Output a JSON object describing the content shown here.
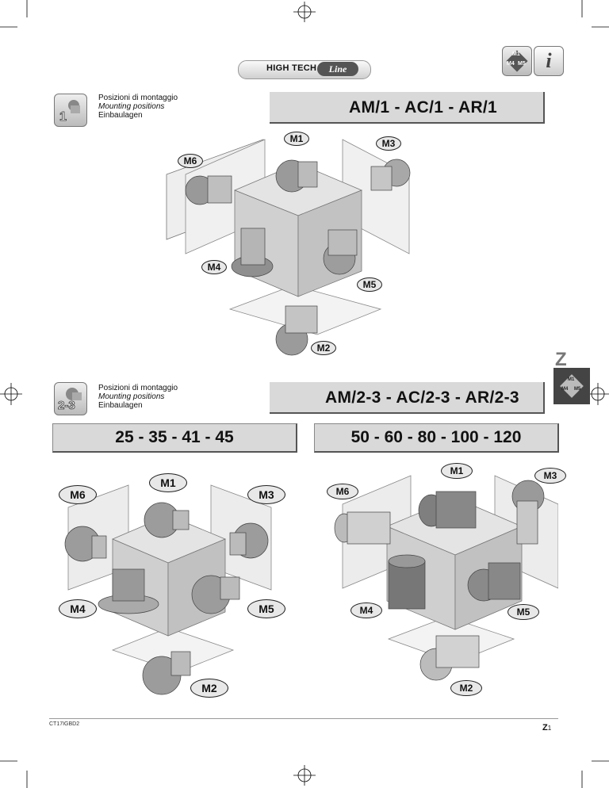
{
  "header": {
    "brand": "HIGH TECH",
    "brand_script": "Line",
    "icon_m1": "M1",
    "icon_m4": "M4",
    "icon_m5": "M5",
    "info_icon": "i"
  },
  "section1": {
    "icon_label": "1",
    "label_it": "Posizioni di montaggio",
    "label_en": "Mounting positions",
    "label_de": "Einbaulagen",
    "title": "AM/1 - AC/1 - AR/1",
    "positions": {
      "m1": "M1",
      "m2": "M2",
      "m3": "M3",
      "m4": "M4",
      "m5": "M5",
      "m6": "M6"
    }
  },
  "side_tab": {
    "letter": "Z",
    "icon_m1": "M1",
    "icon_m4": "M4",
    "icon_m5": "M5"
  },
  "section2": {
    "icon_label": "2-3",
    "label_it": "Posizioni di montaggio",
    "label_en": "Mounting positions",
    "label_de": "Einbaulagen",
    "title": "AM/2-3 - AC/2-3 - AR/2-3",
    "left_sizes": "25 - 35 - 41 - 45",
    "right_sizes": "50 - 60 - 80 - 100 - 120",
    "left_positions": {
      "m1": "M1",
      "m2": "M2",
      "m3": "M3",
      "m4": "M4",
      "m5": "M5",
      "m6": "M6"
    },
    "right_positions": {
      "m1": "M1",
      "m2": "M2",
      "m3": "M3",
      "m4": "M4",
      "m5": "M5",
      "m6": "M6"
    }
  },
  "footer": {
    "code": "CT17IGBD2",
    "page_letter": "Z",
    "page_number": "1"
  }
}
